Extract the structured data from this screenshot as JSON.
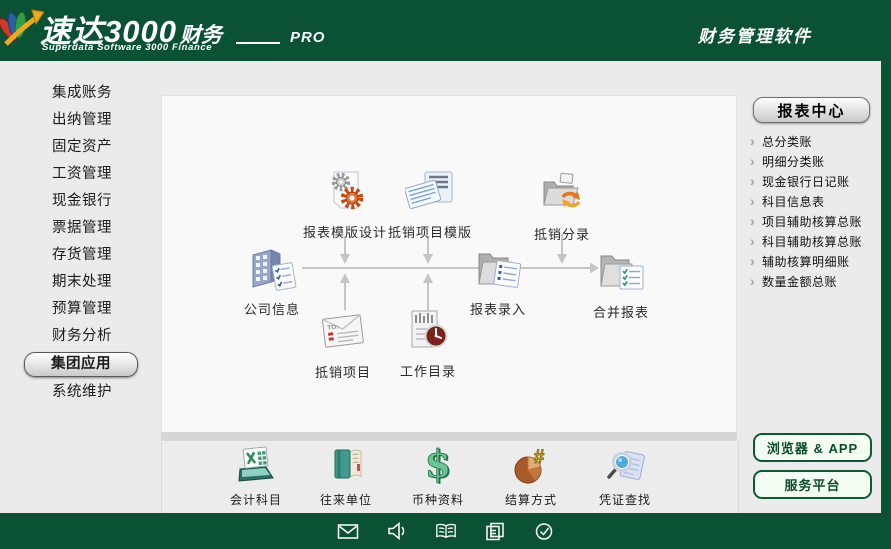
{
  "colors": {
    "header_green": "#0A5233",
    "workspace_gray": "#EBEBEB",
    "canvas_white": "#F9F9F9",
    "arrow_gray": "#C5C5C5",
    "accent_orange": "#E8761A",
    "button_green_border": "#0E5A38"
  },
  "header": {
    "brand": "速达3000",
    "brand_suffix": "财务",
    "edition": "PRO",
    "subtitle": "Superdata Software 3000 Finance",
    "tagline": "财务管理软件"
  },
  "sidebar": {
    "items": [
      {
        "label": "集成账务",
        "active": false
      },
      {
        "label": "出纳管理",
        "active": false
      },
      {
        "label": "固定资产",
        "active": false
      },
      {
        "label": "工资管理",
        "active": false
      },
      {
        "label": "现金银行",
        "active": false
      },
      {
        "label": "票据管理",
        "active": false
      },
      {
        "label": "存货管理",
        "active": false
      },
      {
        "label": "期末处理",
        "active": false
      },
      {
        "label": "预算管理",
        "active": false
      },
      {
        "label": "财务分析",
        "active": false
      },
      {
        "label": "集团应用",
        "active": true
      },
      {
        "label": "系统维护",
        "active": false
      }
    ]
  },
  "flowchart": {
    "nodes": [
      {
        "id": "company-info",
        "label": "公司信息",
        "icon": "building-checklist-icon"
      },
      {
        "id": "report-template-design",
        "label": "报表模版设计",
        "icon": "gear-document-icon"
      },
      {
        "id": "offset-item-template",
        "label": "抵销项目模版",
        "icon": "document-stack-icon"
      },
      {
        "id": "offset-entries",
        "label": "抵销分录",
        "icon": "folder-sync-icon"
      },
      {
        "id": "report-entry",
        "label": "报表录入",
        "icon": "folder-document-icon"
      },
      {
        "id": "merged-report",
        "label": "合并报表",
        "icon": "folder-checklist-icon"
      },
      {
        "id": "offset-items",
        "label": "抵销项目",
        "icon": "envelope-icon"
      },
      {
        "id": "work-directory",
        "label": "工作目录",
        "icon": "document-clock-icon"
      }
    ]
  },
  "report_center": {
    "title": "报表中心",
    "links": [
      {
        "label": "总分类账"
      },
      {
        "label": "明细分类账"
      },
      {
        "label": "现金银行日记账"
      },
      {
        "label": "科目信息表"
      },
      {
        "label": "项目辅助核算总账"
      },
      {
        "label": "科目辅助核算总账"
      },
      {
        "label": "辅助核算明细账"
      },
      {
        "label": "数量金额总账"
      }
    ]
  },
  "quick_actions": [
    {
      "label": "会计科目",
      "icon": "spreadsheet-calculator-icon"
    },
    {
      "label": "往来单位",
      "icon": "address-book-icon"
    },
    {
      "label": "币种资料",
      "icon": "dollar-icon"
    },
    {
      "label": "结算方式",
      "icon": "pie-chart-icon"
    },
    {
      "label": "凭证查找",
      "icon": "search-document-icon"
    }
  ],
  "side_buttons": [
    {
      "label": "浏览器 & APP"
    },
    {
      "label": "服务平台"
    }
  ],
  "taskbar": {
    "icons": [
      {
        "name": "mail-icon"
      },
      {
        "name": "speaker-icon"
      },
      {
        "name": "open-book-icon"
      },
      {
        "name": "copy-pages-icon"
      },
      {
        "name": "check-circle-icon"
      }
    ]
  }
}
